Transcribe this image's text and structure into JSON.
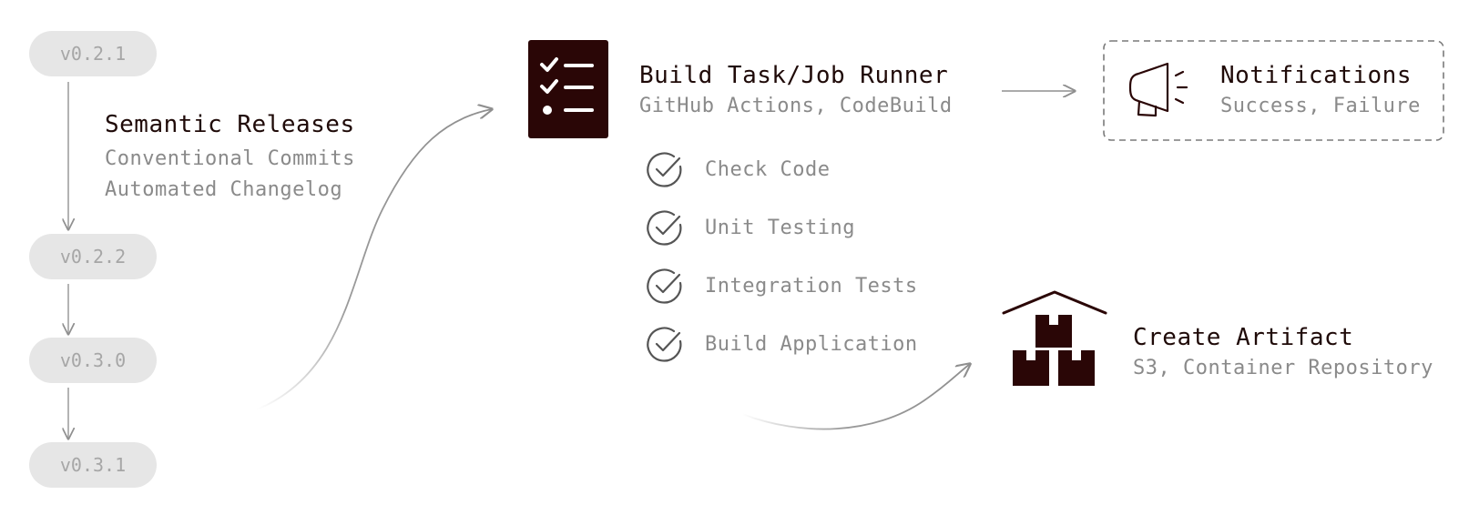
{
  "versions": [
    "v0.2.1",
    "v0.2.2",
    "v0.3.0",
    "v0.3.1"
  ],
  "semantic": {
    "title": "Semantic Releases",
    "lines": [
      "Conventional Commits",
      "Automated Changelog"
    ]
  },
  "runner": {
    "title": "Build Task/Job Runner",
    "subtitle": "GitHub Actions, CodeBuild",
    "icon": "checklist-icon"
  },
  "steps": [
    "Check Code",
    "Unit Testing",
    "Integration Tests",
    "Build Application"
  ],
  "notifications": {
    "title": "Notifications",
    "subtitle": "Success, Failure",
    "icon": "megaphone-icon"
  },
  "artifact": {
    "title": "Create Artifact",
    "subtitle": "S3, Container Repository",
    "icon": "warehouse-boxes-icon"
  },
  "colors": {
    "dark": "#2a0606",
    "pill_bg": "#e6e6e6",
    "pill_text": "#a6a6a6",
    "muted_text": "#8a8a8a",
    "arrow": "#8f8f8f"
  }
}
